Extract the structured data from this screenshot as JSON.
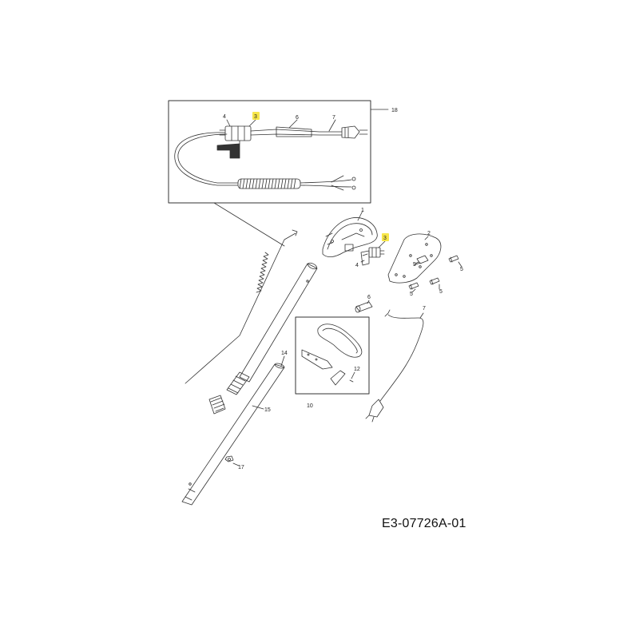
{
  "diagram": {
    "drawing_code": "E3-07726A-01",
    "highlight_color": "#f7e64a",
    "line_color": "#333333",
    "callouts": {
      "p1": "1",
      "p2": "2",
      "p3_top": "3",
      "p3_mid": "3",
      "p4_top": "4",
      "p4_mid": "4",
      "p5_a": "5",
      "p5_b": "5",
      "p5_c": "5",
      "p5_d": "5",
      "p6_top": "6",
      "p6_mid": "6",
      "p7_top": "7",
      "p7_mid": "7",
      "p10": "10",
      "p12": "12",
      "p14": "14",
      "p15": "15",
      "p17": "17",
      "p18": "18"
    }
  }
}
